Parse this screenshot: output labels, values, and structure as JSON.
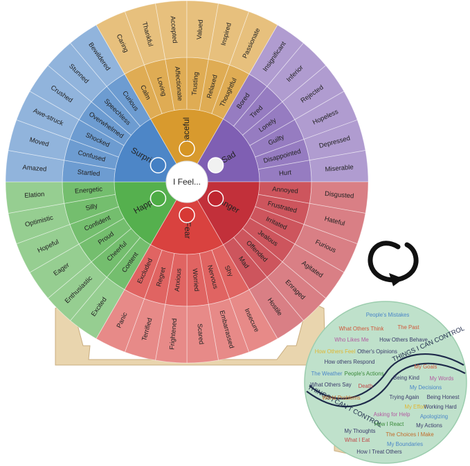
{
  "wheel": {
    "center_label": "I Feel...",
    "categories": [
      {
        "name": "Happy",
        "color": "#55b04e",
        "middle": [
          "Content",
          "Cheerful",
          "Proud",
          "Confident",
          "Silly",
          "Energetic"
        ],
        "outer": [
          "Excited",
          "Enthusiastic",
          "Eager",
          "Hopeful",
          "Optimistic",
          "Elation"
        ]
      },
      {
        "name": "Surprise",
        "color": "#4d86c7",
        "middle": [
          "Startled",
          "Confused",
          "Shocked",
          "Overwhelmed",
          "Speechless",
          "Curious"
        ],
        "outer": [
          "Amazed",
          "Moved",
          "Awe-struck",
          "Crushed",
          "Stunned",
          "Bewildered"
        ]
      },
      {
        "name": "Peaceful",
        "color": "#d89a2e",
        "middle": [
          "Calm",
          "Loving",
          "Affectionate",
          "Trusting",
          "Relaxed",
          "Thoughtful"
        ],
        "outer": [
          "Caring",
          "Thankful",
          "Accepted",
          "Valued",
          "Inspired",
          "Passionate"
        ]
      },
      {
        "name": "Sad",
        "color": "#7f5fb3",
        "middle": [
          "Bored",
          "Tired",
          "Lonely",
          "Guilty",
          "Disappointed",
          "Hurt"
        ],
        "outer": [
          "Insignificant",
          "Inferior",
          "Rejected",
          "Hopeless",
          "Depressed",
          "Miserable"
        ]
      },
      {
        "name": "Anger",
        "color": "#c2303a",
        "middle": [
          "Annoyed",
          "Frustrated",
          "Irritated",
          "Jealous",
          "Offended",
          "Mad"
        ],
        "outer": [
          "Disgusted",
          "Hateful",
          "Furious",
          "Agitated",
          "Enraged",
          "Hostile"
        ]
      },
      {
        "name": "Fear",
        "color": "#d9423f",
        "middle": [
          "Shy",
          "Nervous",
          "Worried",
          "Anxious",
          "Regret",
          "Excluded"
        ],
        "outer": [
          "Insecure",
          "Embarrassed",
          "Scared",
          "Frightened",
          "Terrified",
          "Panic"
        ]
      }
    ]
  },
  "board": {
    "title_control": "THINGS I CAN CONTROL",
    "title_cannot": "THINGS I CAN'T CONTROL",
    "cannot_items": [
      {
        "text": "People's Mistakes",
        "color": "#4a86c8"
      },
      {
        "text": "What Others Think",
        "color": "#d0573a"
      },
      {
        "text": "The Past",
        "color": "#d0573a"
      },
      {
        "text": "Who Likes Me",
        "color": "#b25aa0"
      },
      {
        "text": "How Others Behave",
        "color": "#3a3a6a"
      },
      {
        "text": "How Others Feel",
        "color": "#e0b732"
      },
      {
        "text": "Other's Opinions",
        "color": "#3a3a6a"
      },
      {
        "text": "How others Respond",
        "color": "#3a3a6a"
      },
      {
        "text": "The Weather",
        "color": "#4a86c8"
      },
      {
        "text": "People's Actions",
        "color": "#3a8a3a"
      },
      {
        "text": "What Others Say",
        "color": "#3a3a6a"
      },
      {
        "text": "Death",
        "color": "#c04a4a"
      },
      {
        "text": "World Problems",
        "color": "#c26b2a"
      }
    ],
    "control_items": [
      {
        "text": "My Goals",
        "color": "#d0573a"
      },
      {
        "text": "Being Kind",
        "color": "#3a3a6a"
      },
      {
        "text": "My Words",
        "color": "#b25aa0"
      },
      {
        "text": "My Decisions",
        "color": "#4a86c8"
      },
      {
        "text": "Trying Again",
        "color": "#3a3a6a"
      },
      {
        "text": "Being Honest",
        "color": "#3a3a6a"
      },
      {
        "text": "My Effort",
        "color": "#e0b732"
      },
      {
        "text": "Working Hard",
        "color": "#3a3a6a"
      },
      {
        "text": "Asking for Help",
        "color": "#b25aa0"
      },
      {
        "text": "Apologizing",
        "color": "#4a86c8"
      },
      {
        "text": "How I React",
        "color": "#3a8a3a"
      },
      {
        "text": "My Actions",
        "color": "#3a3a6a"
      },
      {
        "text": "My Thoughts",
        "color": "#3a3a6a"
      },
      {
        "text": "The Choices I Make",
        "color": "#c26b2a"
      },
      {
        "text": "What I Eat",
        "color": "#c04a4a"
      },
      {
        "text": "My Boundaries",
        "color": "#4a86c8"
      },
      {
        "text": "How I Treat Others",
        "color": "#3a3a6a"
      }
    ]
  }
}
